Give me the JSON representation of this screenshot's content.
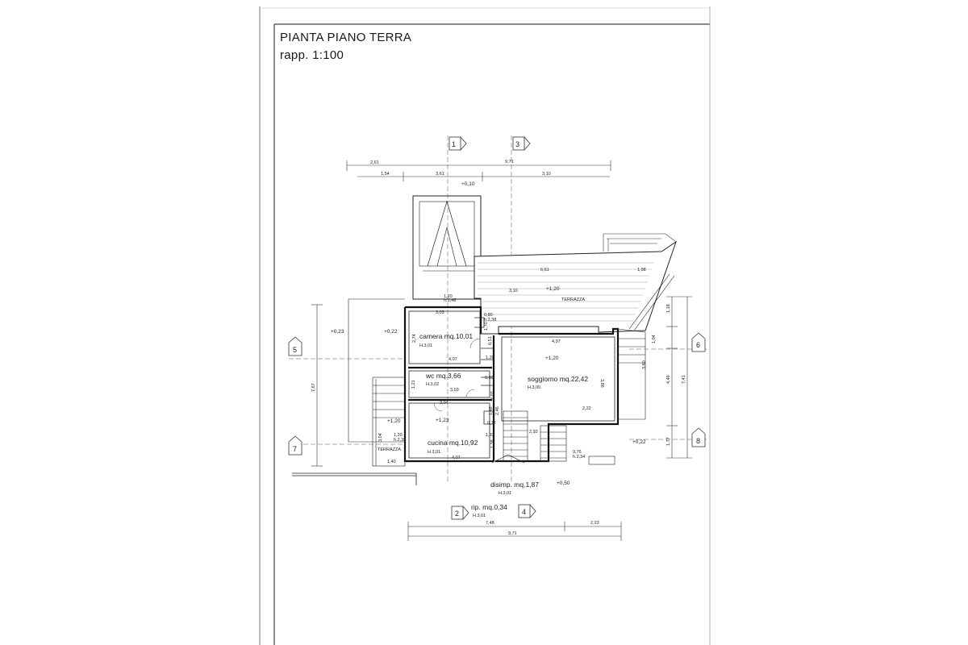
{
  "sheet": {
    "title": "PIANTA PIANO TERRA",
    "scale": "rapp. 1:100"
  },
  "rooms": {
    "terrace_main": "TERRAZZA",
    "terrace_side": "TERRAZZA",
    "camera": {
      "label": "camera  mq.10,01",
      "height": "H.3,01"
    },
    "wc": {
      "label": "wc mq.3,66",
      "height": "H.3,02"
    },
    "soggiorno": {
      "label": "soggiorno mq.22,42",
      "height": "H.3,00"
    },
    "cucina": {
      "label": "cucina mq.10,92",
      "height": "H.3,01"
    },
    "disimpegno": {
      "label": "disimp. mq.1,87",
      "height": "H.3,01"
    },
    "ripostiglio": {
      "label": "rip. mq.0,34",
      "height": "H.3,01"
    }
  },
  "section_markers": [
    "1",
    "2",
    "3",
    "4",
    "5",
    "6",
    "7",
    "8"
  ],
  "levels": {
    "entrance": "+0,10",
    "terrace": "+1,20",
    "camera_side": "+0,22",
    "left_outside": "+0,23",
    "soggiorno": "+1,20",
    "cucina": "+1,23",
    "side_terrace": "+1,20",
    "right_outside": "+0,22",
    "bottom": "+0,50"
  },
  "dimensions": {
    "top_overall": "9,71",
    "top_left": "2,61",
    "top_a": "1,54",
    "top_b": "3,61",
    "top_c": "3,10",
    "terrace_width": "6,61",
    "terrace_right": "1,98",
    "terrace_depth": "3,10",
    "window_top": "1,20",
    "window_top_h": "h.1,48",
    "camera_width": "3,03",
    "camera_depth": "2,74",
    "camera_inner": "4,07",
    "door_w": "0,80",
    "door_h": "h.2,38",
    "wall_a": "1,70",
    "wall_b": "0,51",
    "wall_c": "1,20",
    "wall_d": "0,93",
    "wc_width": "3,03",
    "wc_depth": "1,21",
    "wc_b": "3,04",
    "soggiorno_width": "4,97",
    "soggiorno_depth": "3,86",
    "soggiorno_c": "2,22",
    "soggiorno_d": "2,02",
    "cucina_a": "1,49",
    "cucina_b": "1,33",
    "cucina_c": "1,38",
    "cucina_width": "4,07",
    "cucina_d": "0,72",
    "cucina_e": "2,46",
    "stair_width": "2,92",
    "ripostiglio_w": "0,76",
    "ripostiglio_h": "h.2,34",
    "left_depth": "7,67",
    "left_a": "3,04",
    "left_b": "1,40",
    "left_c": "1,20",
    "left_d": "h.2,38",
    "right_a": "1,18",
    "right_b": "1,04",
    "right_c": "4,46",
    "right_d": "7,41",
    "right_e": "1,77",
    "right_slope": "3,60",
    "bottom_left": "7,48",
    "bottom_right": "2,23",
    "bottom_overall": "9,71"
  }
}
